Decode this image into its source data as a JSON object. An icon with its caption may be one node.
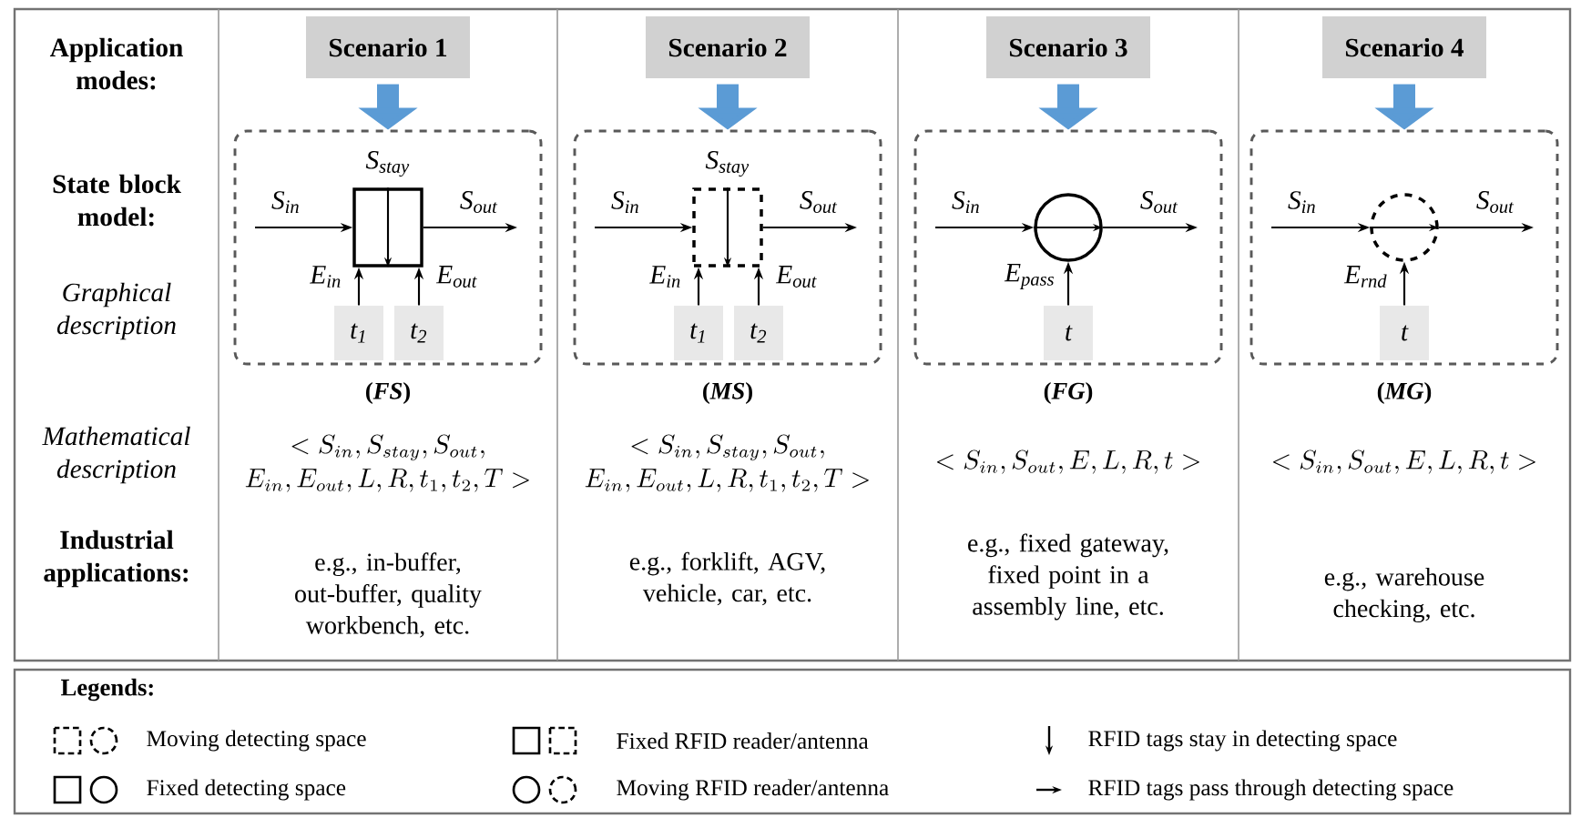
{
  "diagram": {
    "nodes": [
      {
        "text": [
          "Scenario 1"
        ]
      },
      {
        "text": [],
        "shape": "box",
        "beside": [
          "(*FS*)"
        ]
      },
      {
        "text": [],
        "shape": "box",
        "in": 1,
        "beside": [
          "S$_{stay}$"
        ]
      },
      {
        "text": [
          "t$_{1}$"
        ],
        "in": 1
      },
      {
        "text": [
          "t$_{2}$"
        ],
        "in": 1
      },
      {
        "text": [
          "Scenario 2"
        ]
      },
      {
        "text": [],
        "shape": "box",
        "beside": [
          "(*MS*)"
        ]
      },
      {
        "text": [],
        "shape": "box",
        "in": 6,
        "beside": [
          "S$_{stay}$"
        ]
      },
      {
        "text": [
          "t$_{1}$"
        ],
        "in": 6
      },
      {
        "text": [
          "t$_{2}$"
        ],
        "in": 6
      },
      {
        "text": [
          "Scenario 3"
        ]
      },
      {
        "text": [],
        "shape": "box",
        "beside": [
          "(*FG*)"
        ]
      },
      {
        "text": [],
        "shape": "circle",
        "in": 11
      },
      {
        "text": [
          "t"
        ],
        "in": 11
      },
      {
        "text": [
          "Scenario 4"
        ]
      },
      {
        "text": [],
        "shape": "box",
        "beside": [
          "(*MG*)"
        ]
      },
      {
        "text": [],
        "shape": "circle",
        "in": 15
      },
      {
        "text": [
          "t"
        ],
        "in": 15
      }
    ],
    "edges": [
      {
        "from": 0,
        "to": 1,
        "arrow": "to",
        "style": "thick",
        "color": "#5b9bd5"
      },
      {
        "from": null,
        "to": 2,
        "arrow": "to",
        "label": "S$_{in}$"
      },
      {
        "from": 2,
        "to": null,
        "arrow": "to",
        "label": "S$_{out}$"
      },
      {
        "from": 3,
        "to": 2,
        "arrow": "to",
        "label": "E$_{in}$"
      },
      {
        "from": 4,
        "to": 2,
        "arrow": "to",
        "label": "E$_{out}$"
      },
      {
        "from": 5,
        "to": 6,
        "arrow": "to",
        "style": "thick",
        "color": "#5b9bd5"
      },
      {
        "from": null,
        "to": 7,
        "arrow": "to",
        "label": "S$_{in}$"
      },
      {
        "from": 7,
        "to": null,
        "arrow": "to",
        "label": "S$_{out}$"
      },
      {
        "from": 8,
        "to": 7,
        "arrow": "to",
        "label": "E$_{in}$"
      },
      {
        "from": 9,
        "to": 7,
        "arrow": "to",
        "label": "E$_{out}$"
      },
      {
        "from": 10,
        "to": 11,
        "arrow": "to",
        "style": "thick",
        "color": "#5b9bd5"
      },
      {
        "from": null,
        "to": 12,
        "arrow": "to",
        "label": "S$_{in}$"
      },
      {
        "from": 12,
        "to": null,
        "arrow": "to",
        "label": "S$_{out}$"
      },
      {
        "from": 13,
        "to": 12,
        "arrow": "to",
        "label": "E$_{pass}$"
      },
      {
        "from": 14,
        "to": 15,
        "arrow": "to",
        "style": "thick",
        "color": "#5b9bd5"
      },
      {
        "from": null,
        "to": 16,
        "arrow": "to",
        "label": "S$_{in}$"
      },
      {
        "from": 16,
        "to": null,
        "arrow": "to",
        "label": "S$_{out}$"
      },
      {
        "from": 17,
        "to": 16,
        "arrow": "to",
        "label": "E$_{rnd}$"
      }
    ],
    "labels": [
      "Application modes:",
      "State block model:",
      "Graphical description",
      "Mathematical description",
      "< S_{in}, S_{stay}, S_{out},",
      "E_{in}, E_{out}, L, R, t_1, t_2, T >",
      "< S_{in}, S_{stay}, S_{out},",
      "E_{in}, E_{out}, L, R, t_1, t_2, T >",
      "< S_{in}, S_{out}, E, L, R, t >",
      "< S_{in}, S_{out}, E, L, R, t >",
      "Industrial applications:",
      "e.g., in-buffer, out-buffer, quality workbench, etc.",
      "e.g., forklift, AGV, vehicle, car, etc.",
      "e.g., fixed gateway, fixed point in a assembly line, etc.",
      "e.g., warehouse checking, etc.",
      "Legends:"
    ],
    "legend": [
      {
        "text": "Moving detecting space"
      },
      {
        "text": "Fixed RFID reader/antenna"
      },
      {
        "text": "RFID tags stay in detecting space"
      },
      {
        "text": "Fixed detecting space"
      },
      {
        "text": "Moving RFID reader/antenna"
      },
      {
        "text": "RFID tags pass through detecting space"
      }
    ]
  }
}
